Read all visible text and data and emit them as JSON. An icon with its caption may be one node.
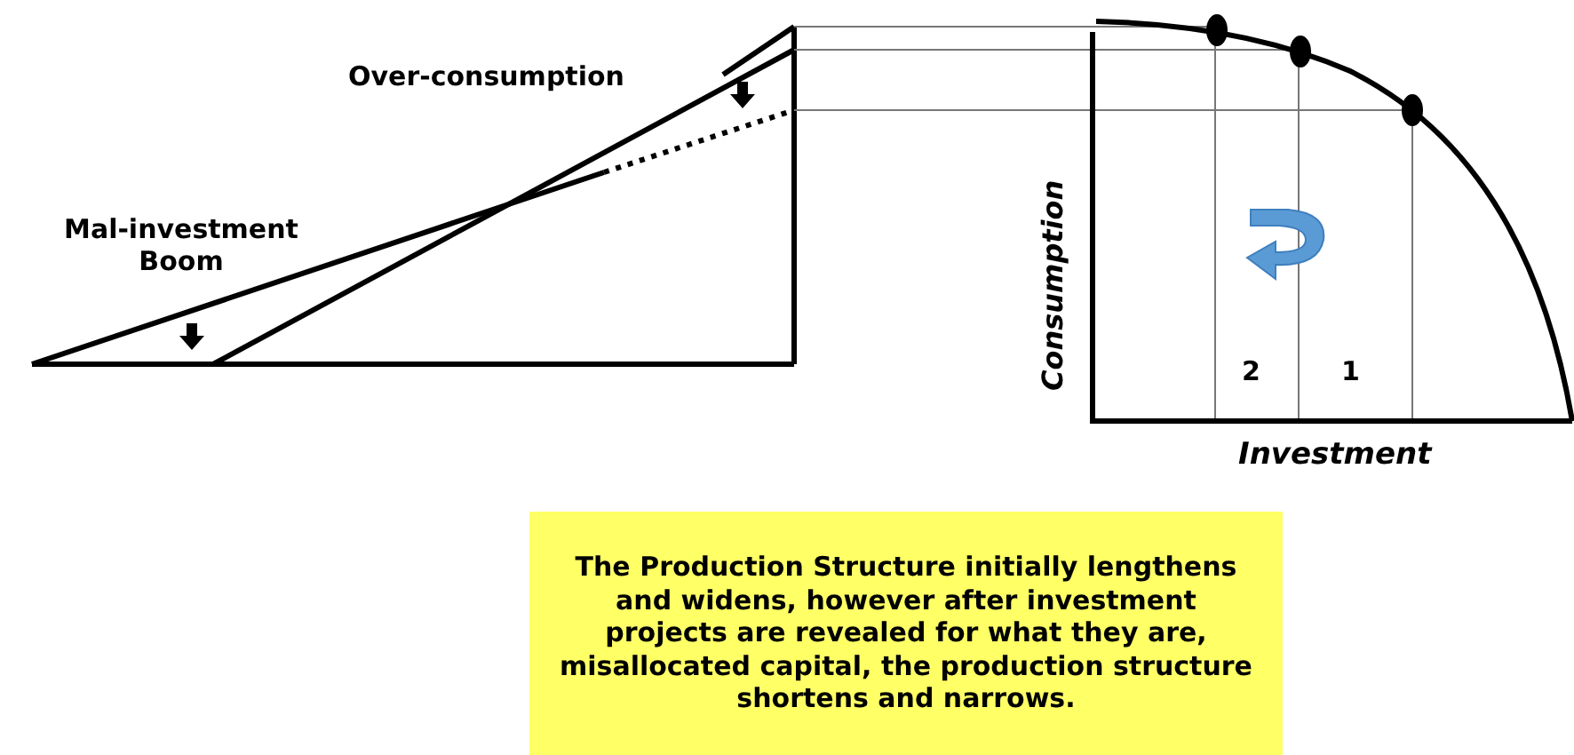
{
  "diagram": {
    "nodes": [
      {
        "text": [
          "The Production Structure initially lengthens and widens, however after investment projects are revealed for what they are, misallocated capital, the production structure shortens and narrows."
        ]
      }
    ],
    "labels": [
      "Over-consumption",
      "Mal-investment Boom",
      "Consumption",
      "Investment",
      "2",
      "1"
    ]
  }
}
